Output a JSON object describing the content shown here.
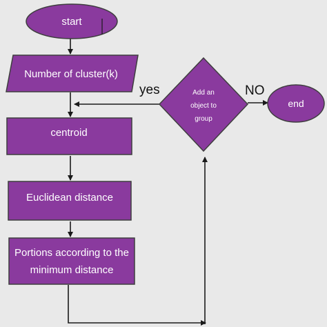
{
  "diagram": {
    "nodes": {
      "start": "start",
      "input": "Number of cluster(k)",
      "centroid": "centroid",
      "distance": "Euclidean distance",
      "portions_line1": "Portions according to the",
      "portions_line2": "minimum distance",
      "decision_line1": "Add an",
      "decision_line2": "object to",
      "decision_line3": "group",
      "end": "end"
    },
    "edge_labels": {
      "yes": "yes",
      "no": "NO"
    }
  },
  "colors": {
    "node_fill": "#8a3a9e",
    "node_stroke": "#3e3e3e",
    "arrow": "#1a1a1a",
    "background": "#e9e9e9"
  }
}
